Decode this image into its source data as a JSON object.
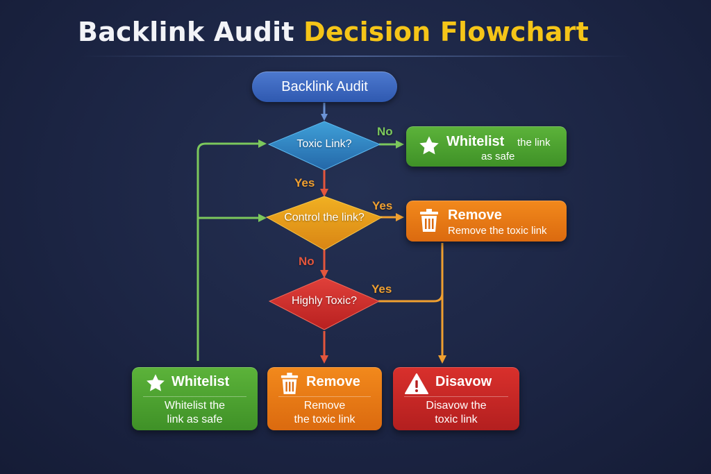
{
  "title": {
    "part1": "Backlink Audit",
    "part2": "Decision Flowchart"
  },
  "start": {
    "label": "Backlink Audit"
  },
  "decisions": {
    "toxic": "Toxic Link?",
    "control": "Control the link?",
    "highly": "Highly Toxic?"
  },
  "edges": {
    "toxic_no": "No",
    "toxic_yes": "Yes",
    "control_yes": "Yes",
    "control_no": "No",
    "highly_yes": "Yes"
  },
  "side_boxes": {
    "whitelist": {
      "head": "Whitelist",
      "desc_inline": "the link",
      "desc2": "as safe",
      "icon": "star-icon"
    },
    "remove": {
      "head": "Remove",
      "desc": "Remove the toxic link",
      "icon": "trash-icon"
    }
  },
  "bottom_boxes": {
    "whitelist": {
      "head": "Whitelist",
      "line1": "Whitelist the",
      "line2": "link as safe",
      "icon": "star-icon"
    },
    "remove": {
      "head": "Remove",
      "line1": "Remove",
      "line2": "the toxic link",
      "icon": "trash-icon"
    },
    "disavow": {
      "head": "Disavow",
      "line1": "Disavow the",
      "line2": "toxic link",
      "icon": "warning-icon"
    }
  },
  "colors": {
    "background": "#1c2544",
    "title_accent": "#f5c518",
    "green": "#4fa830",
    "orange": "#f08a1c",
    "red": "#cc2a27",
    "blue": "#2f7fbf",
    "arrow_green": "#7cc85c",
    "arrow_orange": "#f0a030",
    "arrow_red": "#e4563c",
    "arrow_blue": "#6b93d6"
  }
}
